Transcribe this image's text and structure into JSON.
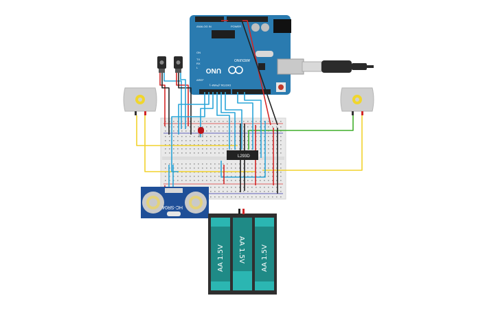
{
  "arduino": {
    "model": "UNO",
    "brand": "ARDUINO",
    "digital_label": "DIGITAL (PWM~)",
    "aref_label": "AREF",
    "power_label": "POWER",
    "analog_label": "ANALOG IN",
    "on_label": "ON",
    "tx_label": "TX",
    "rx_label": "RX",
    "l_label": "L"
  },
  "ultrasonic": {
    "model": "HC-SR04"
  },
  "ic": {
    "label": "L293D"
  },
  "battery": {
    "cells": [
      "AA 1.5V",
      "AA 1.5V",
      "AA 1.5V"
    ]
  },
  "wire_colors": {
    "red": "#d32626",
    "black": "#222222",
    "blue": "#2aa5d8",
    "green": "#3fae2a",
    "yellow": "#f2d22b"
  },
  "component_colors": {
    "arduino": "#2a7bb0",
    "breadboard": "#e9e9e9",
    "battery_case": "#2f2f2f",
    "battery_cell": "#2bb6b2",
    "motor": "#cfcfcf",
    "sensor": "#1f4f98",
    "led": "#b8141a"
  }
}
